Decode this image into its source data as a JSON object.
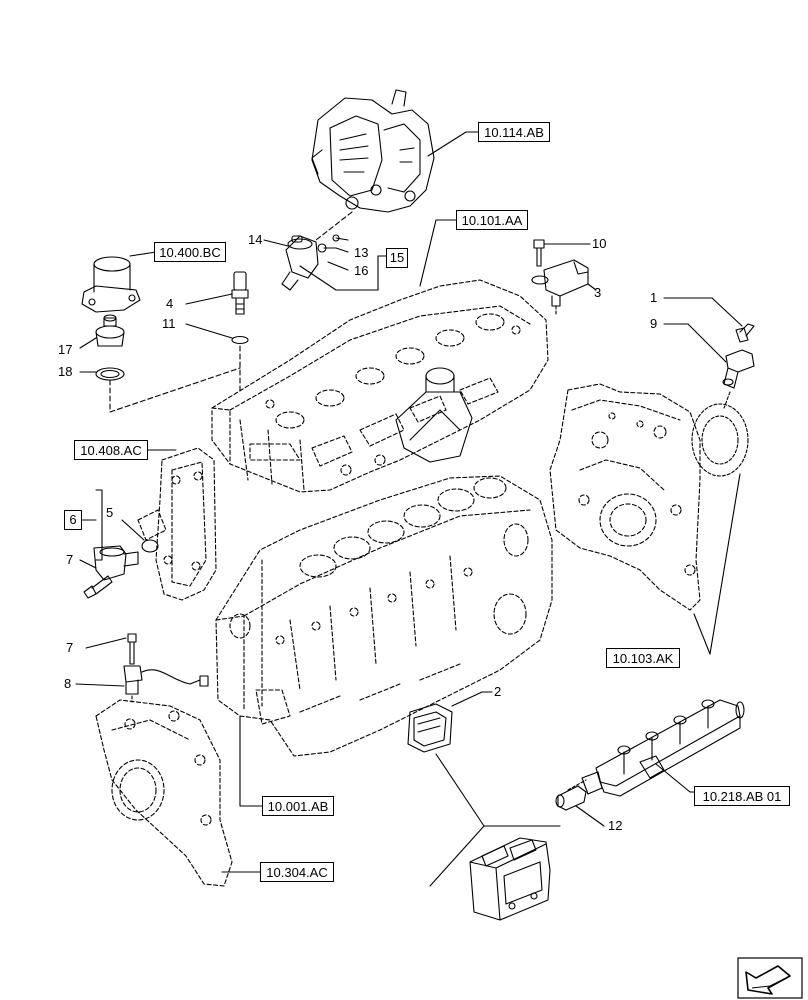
{
  "references": {
    "r_10_114_ab": "10.114.AB",
    "r_10_101_aa": "10.101.AA",
    "r_10_400_bc": "10.400.BC",
    "r_10_408_ac": "10.408.AC",
    "r_10_103_ak": "10.103.AK",
    "r_10_218_ab01": "10.218.AB 01",
    "r_10_001_ab": "10.001.AB",
    "r_10_304_ac": "10.304.AC"
  },
  "callouts": {
    "n1": "1",
    "n2": "2",
    "n3": "3",
    "n4": "4",
    "n5": "5",
    "n6": "6",
    "n7a": "7",
    "n7b": "7",
    "n8": "8",
    "n9": "9",
    "n10": "10",
    "n11": "11",
    "n12": "12",
    "n13": "13",
    "n14": "14",
    "n15": "15",
    "n16": "16",
    "n17": "17",
    "n18": "18"
  },
  "colors": {
    "line": "#000000",
    "background": "#ffffff"
  },
  "icons": {
    "nav": "arrow-navigation-icon"
  }
}
